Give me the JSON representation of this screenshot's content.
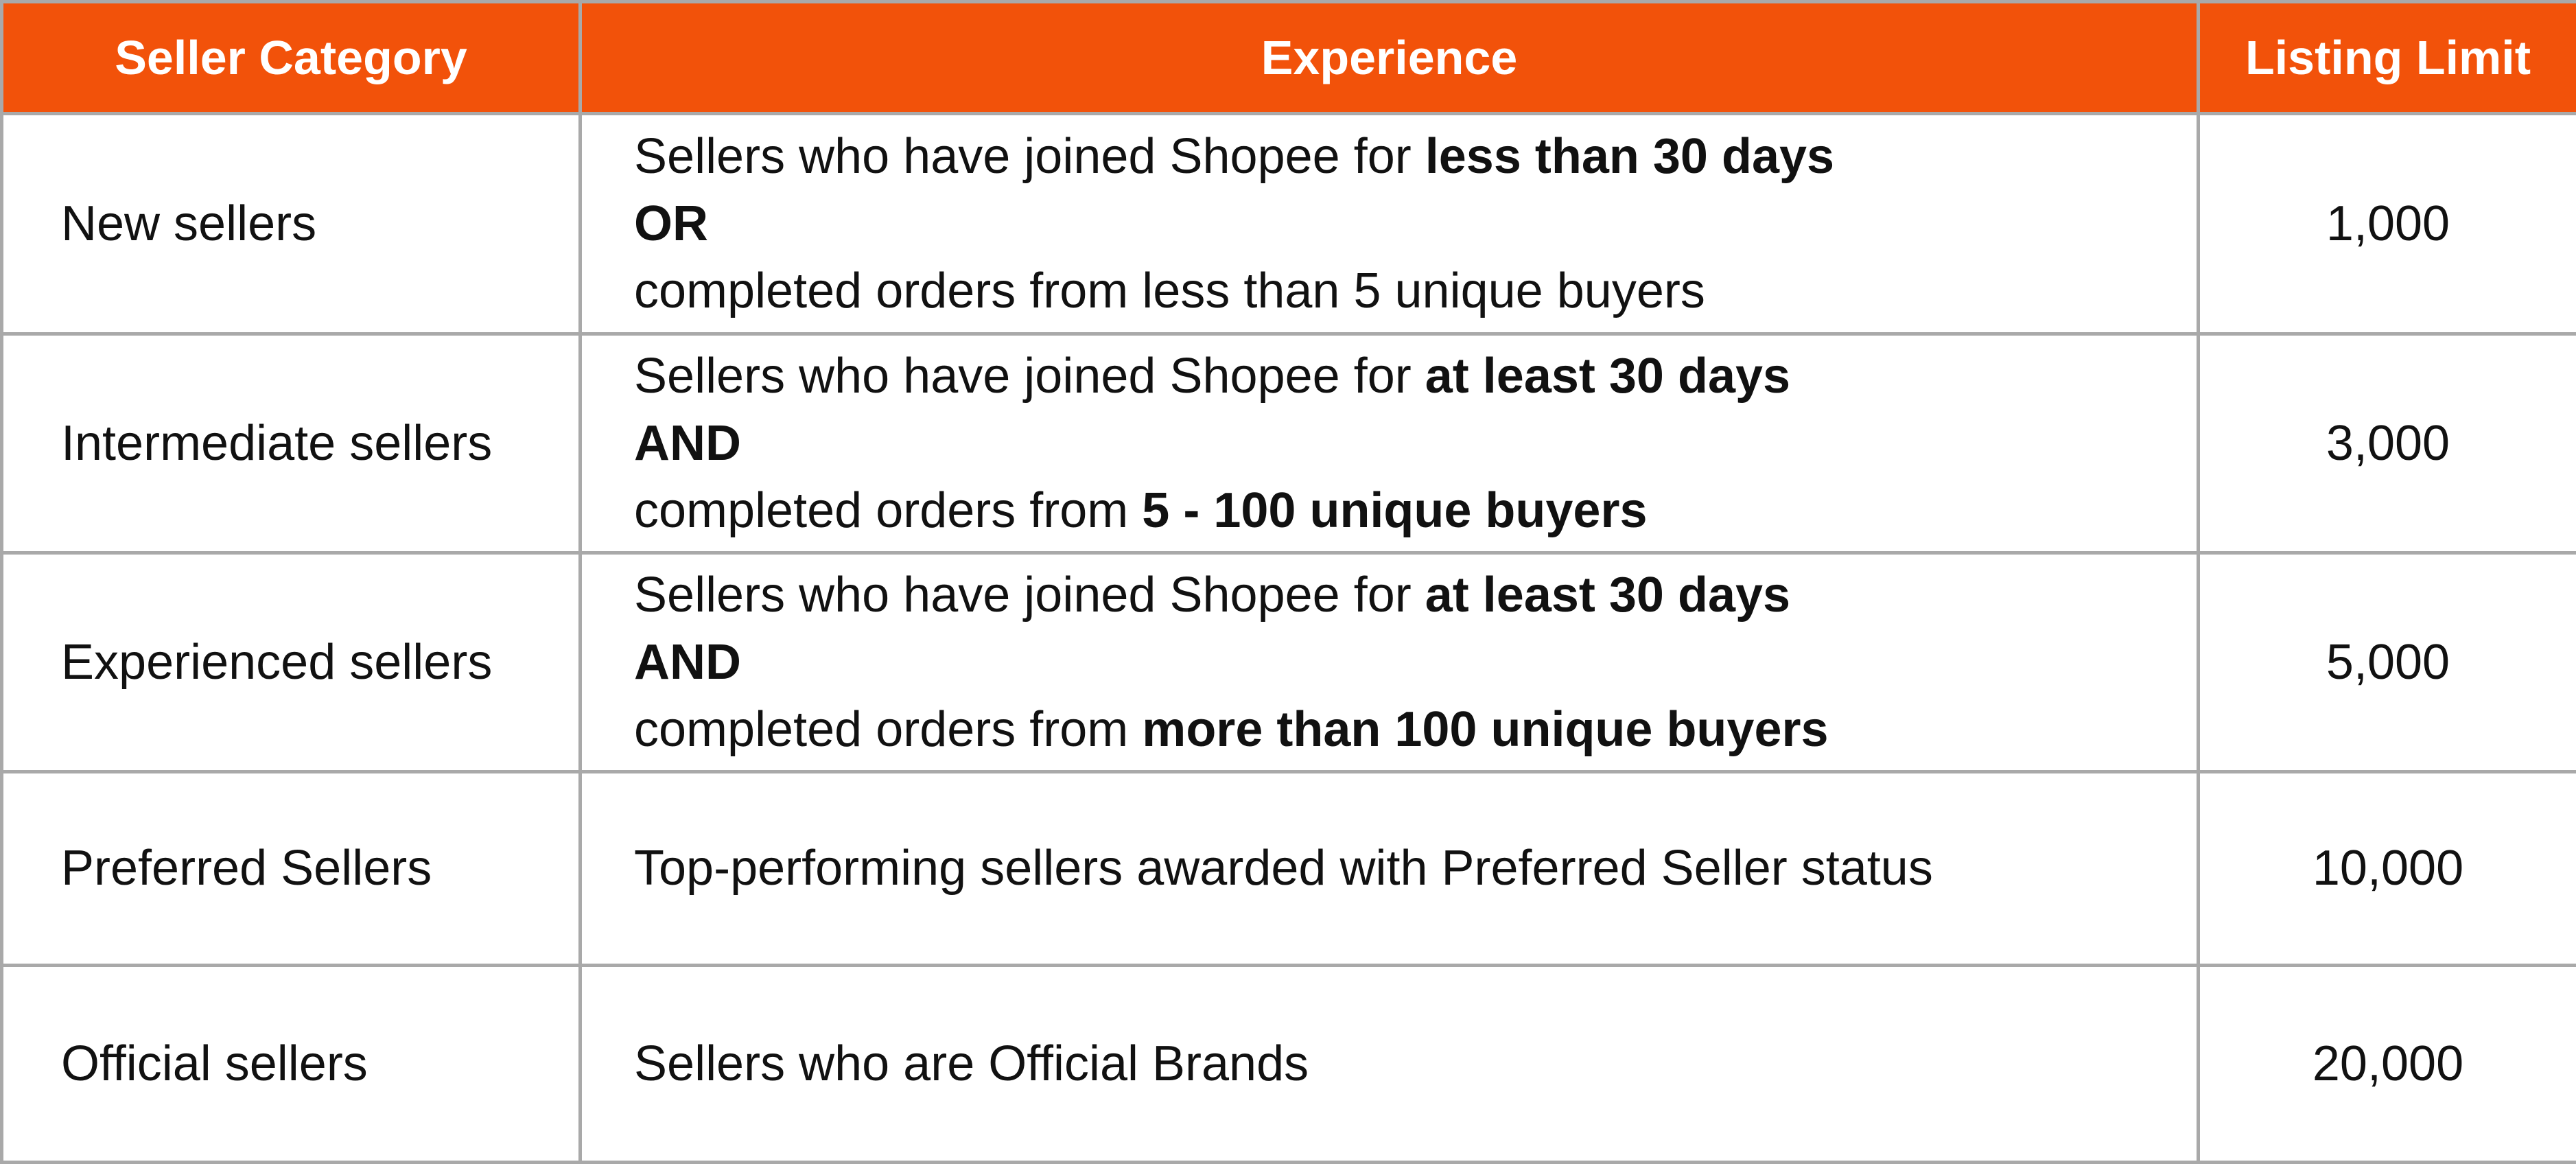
{
  "table": {
    "header_color": "#F2520A",
    "border_color": "#A9A9A9",
    "columns": [
      "Seller Category",
      "Experience",
      "Listing Limit"
    ],
    "rows": [
      {
        "category": "New sellers",
        "experience": {
          "line1_prefix": "Sellers who have joined Shopee for ",
          "line1_bold": "less than 30 days",
          "connector": "OR",
          "line3_prefix": "completed orders from less than 5 unique buyers",
          "line3_bold": ""
        },
        "limit": "1,000"
      },
      {
        "category": "Intermediate sellers",
        "experience": {
          "line1_prefix": "Sellers who have joined Shopee for ",
          "line1_bold": "at least 30 days",
          "connector": "AND",
          "line3_prefix": "completed orders from ",
          "line3_bold": "5 - 100 unique buyers"
        },
        "limit": "3,000"
      },
      {
        "category": "Experienced sellers",
        "experience": {
          "line1_prefix": "Sellers who have joined Shopee for ",
          "line1_bold": "at least 30 days",
          "connector": "AND",
          "line3_prefix": "completed orders from ",
          "line3_bold": "more than 100 unique buyers"
        },
        "limit": "5,000"
      },
      {
        "category": "Preferred Sellers",
        "experience_text": "Top-performing sellers awarded with Preferred Seller status",
        "limit": "10,000"
      },
      {
        "category": "Official sellers",
        "experience_text": "Sellers who are Official Brands",
        "limit": "20,000"
      }
    ]
  }
}
